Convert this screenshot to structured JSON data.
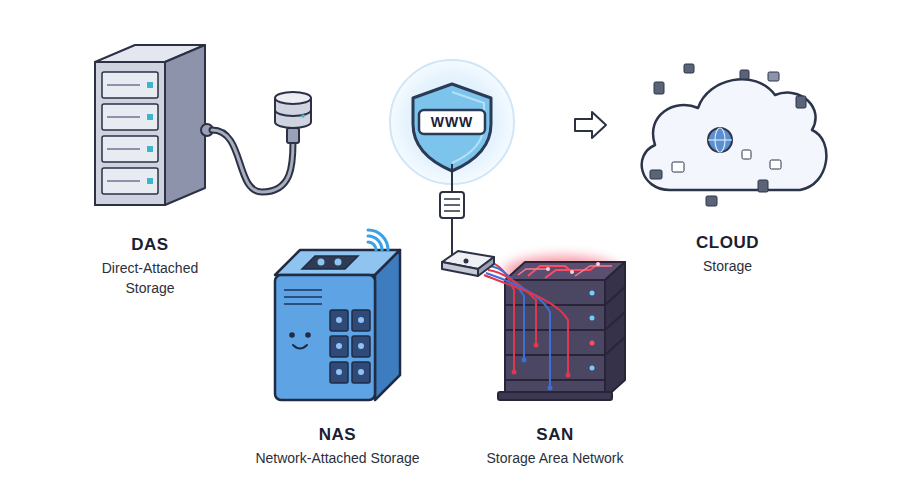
{
  "diagram": {
    "nodes": [
      {
        "text": [
          "DAS",
          "Direct-Attached Storage"
        ]
      },
      {
        "text": [
          "WWW"
        ]
      },
      {
        "text": [
          "CLOUD",
          "Storage"
        ]
      },
      {
        "text": [
          "NAS",
          "Network-Attached Storage"
        ]
      },
      {
        "text": [
          "SAN",
          "Storage Area Network"
        ]
      }
    ],
    "edges": [
      {
        "from": 1,
        "to": 4,
        "arrow": "none"
      }
    ]
  }
}
